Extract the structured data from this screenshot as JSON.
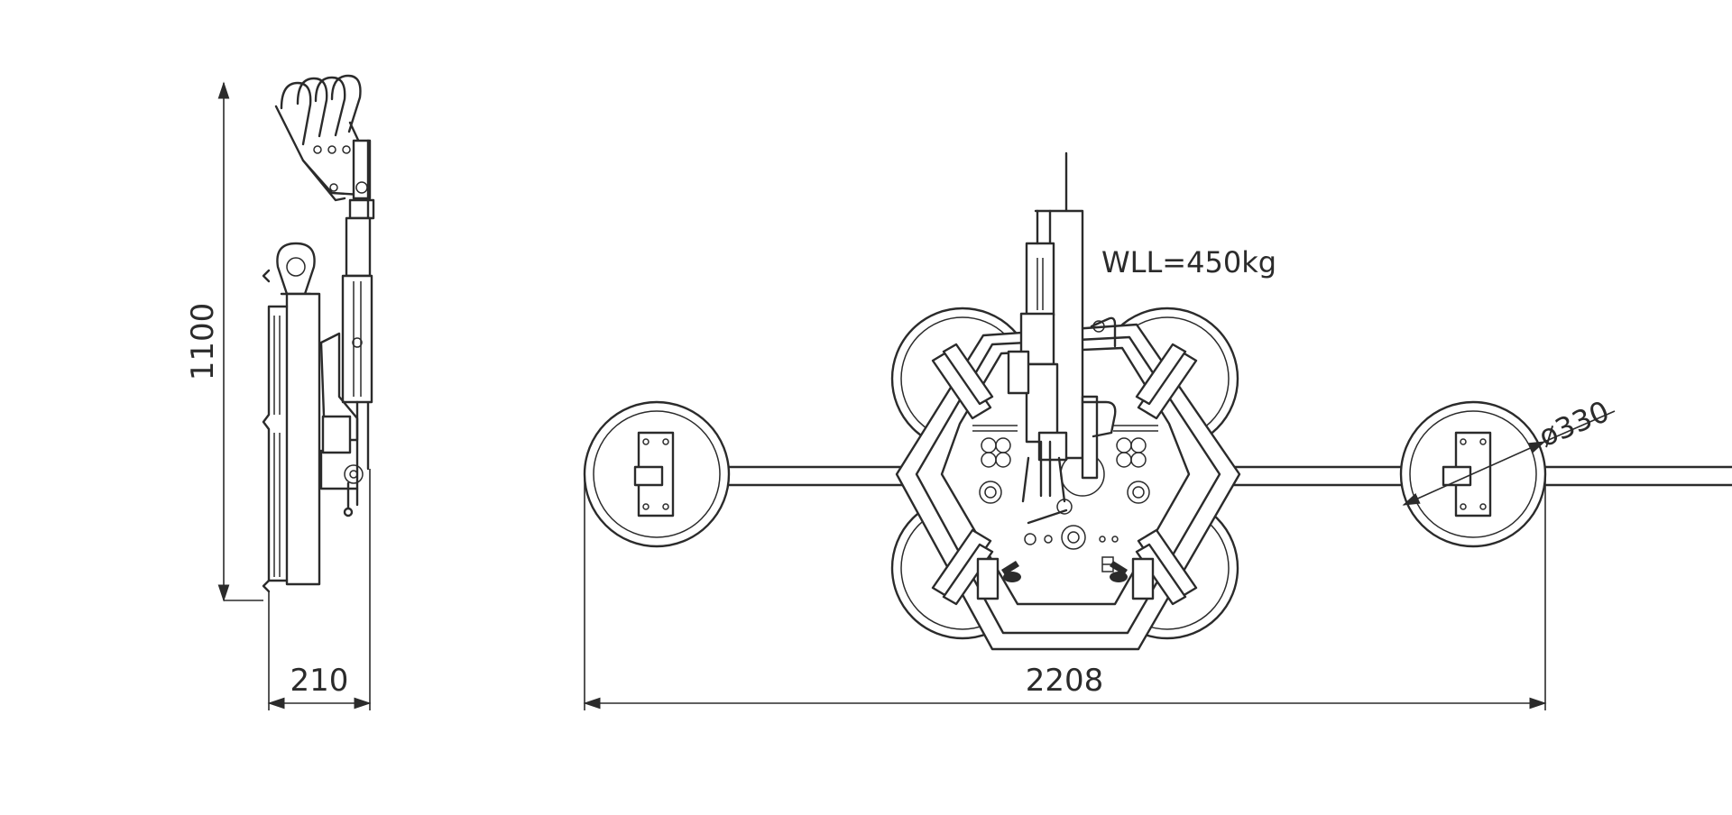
{
  "dimensions": {
    "height": "1100",
    "depth": "210",
    "width": "2208",
    "pad_diameter": "ø330"
  },
  "annotations": {
    "working_load_limit": "WLL=450kg"
  },
  "colors": {
    "line": "#2b2b2b",
    "background": "#ffffff"
  }
}
